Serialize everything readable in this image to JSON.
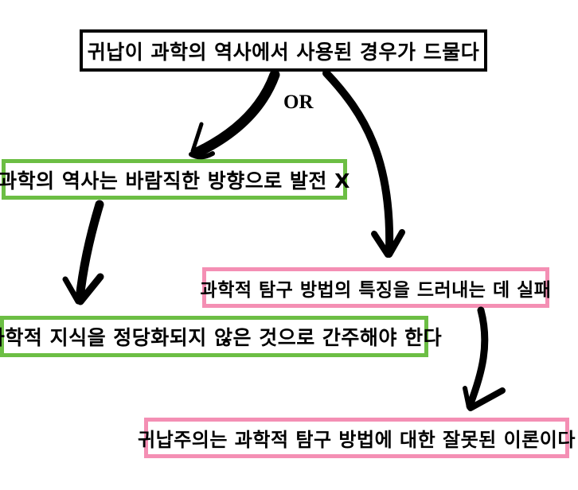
{
  "background": "#ffffff",
  "colors": {
    "ink": "#000000",
    "green_border": "#6cbe44",
    "pink_border": "#f48fb4",
    "paper": "#ffffff"
  },
  "labels": {
    "or": "OR"
  },
  "boxes": {
    "premise": {
      "text": "귀납이 과학의 역사에서 사용된 경우가 드물다",
      "style": "black"
    },
    "history_no_progress": {
      "text": "과학의 역사는 바람직한 방향으로 발전 X",
      "style": "green"
    },
    "method_fail": {
      "text": "과학적 탐구 방법의 특징을 드러내는 데 실패",
      "style": "pink"
    },
    "knowledge_unjustified": {
      "text": "과학적 지식을 정당화되지 않은 것으로 간주해야 한다",
      "style": "green"
    },
    "inductivism_wrong": {
      "text": "귀납주의는 과학적 탐구 방법에 대한 잘못된 이론이다",
      "style": "pink"
    }
  },
  "arrows": [
    {
      "from": "premise",
      "to": "history_no_progress"
    },
    {
      "from": "premise",
      "to": "method_fail"
    },
    {
      "from": "history_no_progress",
      "to": "knowledge_unjustified"
    },
    {
      "from": "method_fail",
      "to": "inductivism_wrong"
    }
  ]
}
